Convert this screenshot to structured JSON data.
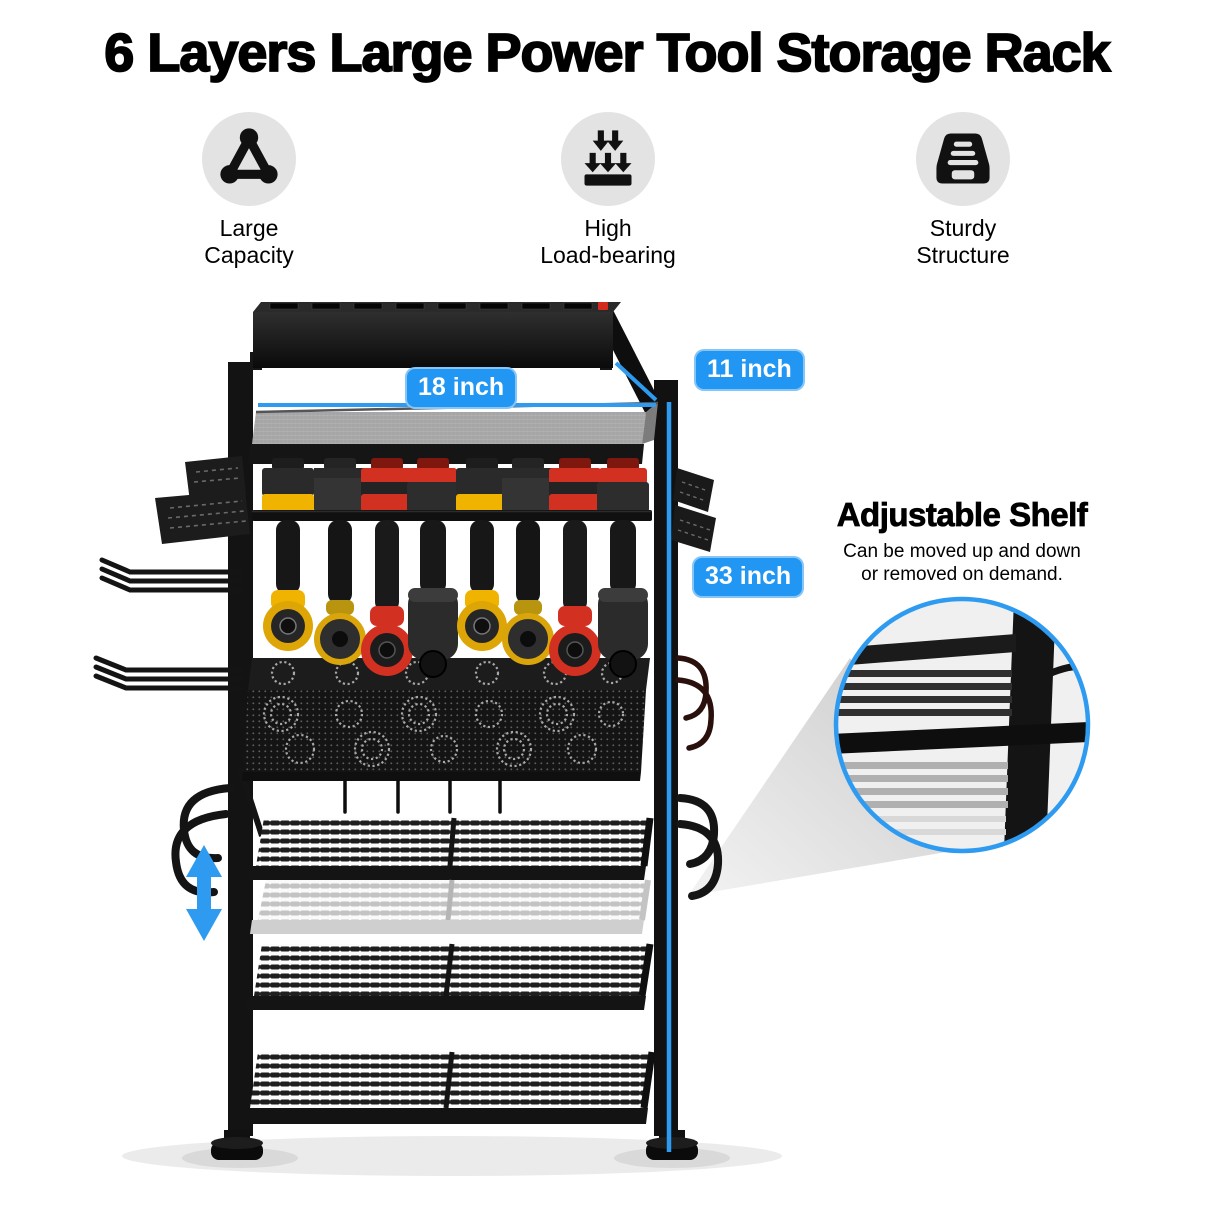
{
  "title": "6 Layers Large Power Tool Storage Rack",
  "features": [
    {
      "icon": "triangle-nodes-icon",
      "line1": "Large",
      "line2": "Capacity"
    },
    {
      "icon": "down-arrows-load-icon",
      "line1": "High",
      "line2": "Load-bearing"
    },
    {
      "icon": "stacked-tray-icon",
      "line1": "Sturdy",
      "line2": "Structure"
    }
  ],
  "measurements": {
    "width_label": "18 inch",
    "depth_label": "11 inch",
    "height_label": "33 inch"
  },
  "callout": {
    "heading": "Adjustable Shelf",
    "body_line1": "Can be moved up and down",
    "body_line2": "or removed on demand."
  },
  "colors": {
    "accent_blue": "#2e9bf0",
    "badge_blue": "#2196f3",
    "drill_yellow": "#f0b400",
    "drill_red": "#d23122",
    "rack_black": "#161616",
    "icon_circle_gray": "#e3e3e3"
  }
}
